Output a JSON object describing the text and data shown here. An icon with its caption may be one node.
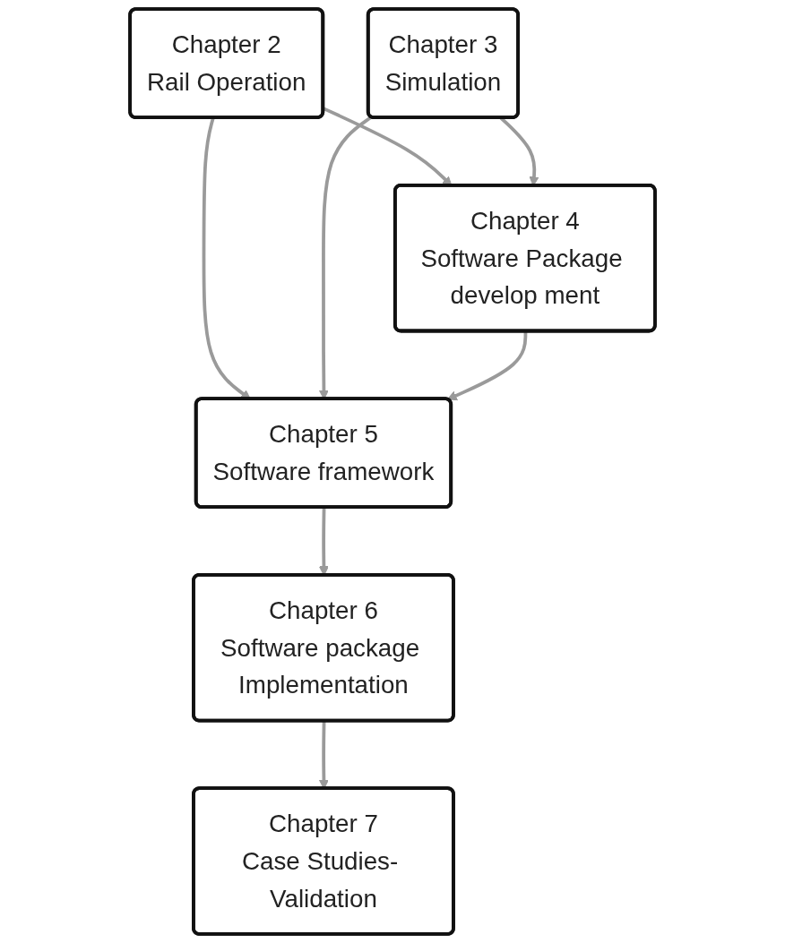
{
  "diagram": {
    "nodes": [
      {
        "text": [
          "Chapter 2",
          "Rail Operation"
        ]
      },
      {
        "text": [
          "Chapter 4",
          "Software Package develop ment"
        ]
      },
      {
        "text": [
          "Chapter 3",
          "Simulation"
        ]
      },
      {
        "text": [
          "Chapter 5",
          "Software framework"
        ]
      },
      {
        "text": [
          "Chapter 6",
          "Software package Implementation"
        ]
      },
      {
        "text": [
          "Chapter 7",
          "Case Studies- Validation"
        ]
      }
    ],
    "edges": [
      {
        "from": 0,
        "to": 1,
        "arrow": "to"
      },
      {
        "from": 2,
        "to": 1,
        "arrow": "to"
      },
      {
        "from": 0,
        "to": 3,
        "arrow": "to"
      },
      {
        "from": 2,
        "to": 3,
        "arrow": "to"
      },
      {
        "from": 1,
        "to": 3,
        "arrow": "to"
      },
      {
        "from": 3,
        "to": 4,
        "arrow": "to"
      },
      {
        "from": 4,
        "to": 5,
        "arrow": "to"
      }
    ]
  }
}
